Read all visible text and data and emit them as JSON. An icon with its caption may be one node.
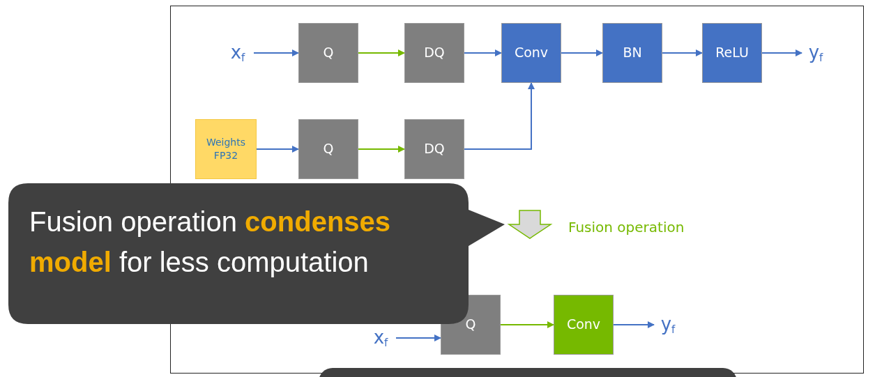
{
  "diagram": {
    "nodes": [
      {
        "text": [
          "x$_{f}$"
        ]
      },
      {
        "text": [
          "Q"
        ]
      },
      {
        "text": [
          "DQ"
        ]
      },
      {
        "text": [
          "Conv"
        ]
      },
      {
        "text": [
          "BN"
        ]
      },
      {
        "text": [
          "ReLU"
        ]
      },
      {
        "text": [
          "y$_{f}$"
        ]
      },
      {
        "text": [
          "Weights FP32"
        ]
      },
      {
        "text": [
          "Q"
        ]
      },
      {
        "text": [
          "DQ"
        ]
      },
      {
        "text": [
          "Fusion operation **condenses model** for less computation"
        ]
      },
      {
        "text": [
          "x$_{f}$"
        ]
      },
      {
        "text": [
          "Q"
        ]
      },
      {
        "text": [
          "Conv"
        ]
      },
      {
        "text": [
          "y$_{f}$"
        ]
      }
    ],
    "edges": [
      {
        "from": 0,
        "to": 1,
        "arrow": "to"
      },
      {
        "from": 1,
        "to": 2,
        "arrow": "to",
        "color": "#76b900"
      },
      {
        "from": 2,
        "to": 3,
        "arrow": "to"
      },
      {
        "from": 3,
        "to": 4,
        "arrow": "to"
      },
      {
        "from": 4,
        "to": 5,
        "arrow": "to"
      },
      {
        "from": 5,
        "to": 6,
        "arrow": "to"
      },
      {
        "from": 7,
        "to": 8,
        "arrow": "to"
      },
      {
        "from": 8,
        "to": 9,
        "arrow": "to",
        "color": "#76b900"
      },
      {
        "from": 9,
        "to": 3,
        "arrow": "to"
      },
      {
        "from": 11,
        "to": 12,
        "arrow": "to"
      },
      {
        "from": 12,
        "to": 13,
        "arrow": "to",
        "color": "#76b900"
      },
      {
        "from": 13,
        "to": 14,
        "arrow": "to"
      }
    ],
    "labels": [
      "Fusion operation"
    ]
  }
}
